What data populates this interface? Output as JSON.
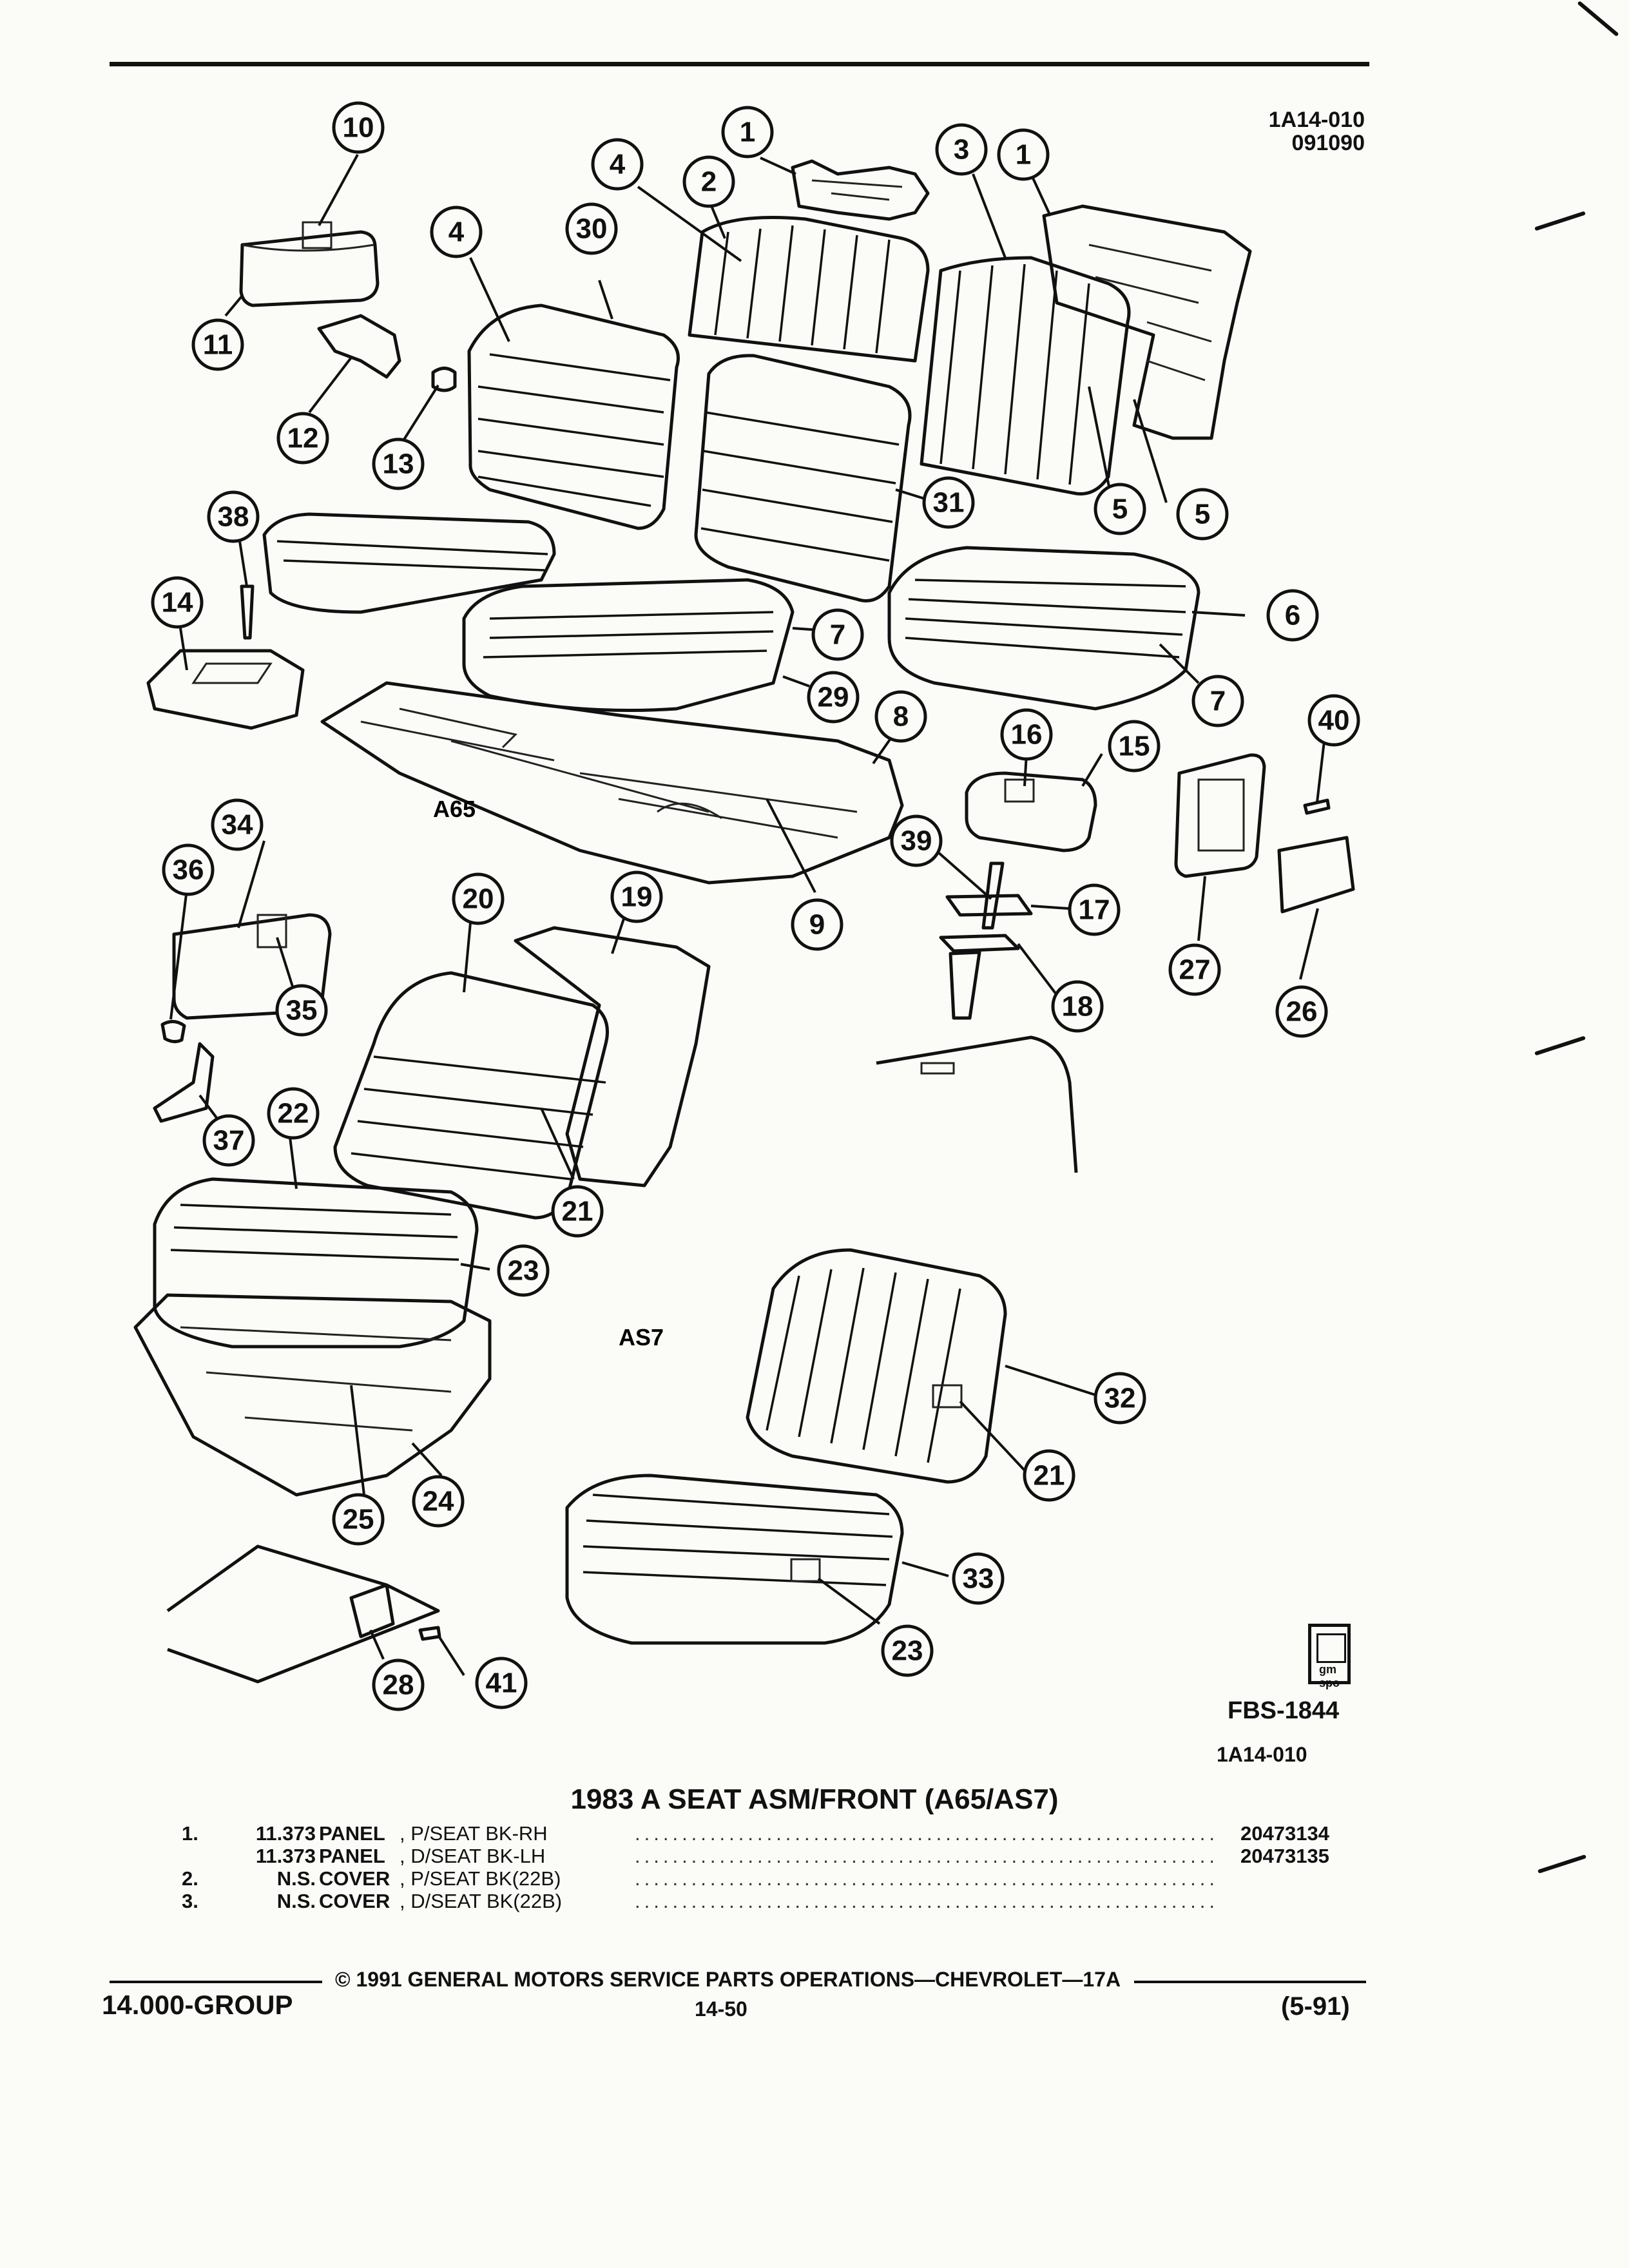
{
  "header": {
    "figure_code": "1A14-010",
    "date_code": "091090"
  },
  "diagram": {
    "callouts": [
      "10",
      "1",
      "4",
      "2",
      "3",
      "1",
      "4",
      "30",
      "11",
      "12",
      "13",
      "5",
      "5",
      "31",
      "38",
      "14",
      "6",
      "7",
      "7",
      "29",
      "8",
      "16",
      "15",
      "40",
      "34",
      "36",
      "35",
      "39",
      "17",
      "18",
      "27",
      "26",
      "20",
      "19",
      "9",
      "37",
      "22",
      "21",
      "23",
      "32",
      "21",
      "33",
      "23",
      "28",
      "41",
      "25",
      "24"
    ],
    "labels": {
      "a65": "A65",
      "as7": "AS7"
    }
  },
  "reference": {
    "fbs": "FBS-1844",
    "figure": "1A14-010"
  },
  "parts_list": {
    "title": "1983 A SEAT ASM/FRONT (A65/AS7)",
    "rows": [
      {
        "num": "1.",
        "code": "11.373",
        "part": "PANEL",
        "desc": ", P/SEAT BK-RH",
        "pn": "20473134"
      },
      {
        "num": "",
        "code": "11.373",
        "part": "PANEL",
        "desc": ", D/SEAT BK-LH",
        "pn": "20473135"
      },
      {
        "num": "2.",
        "code": "N.S.",
        "part": "COVER",
        "desc": ", P/SEAT BK(22B)",
        "pn": ""
      },
      {
        "num": "3.",
        "code": "N.S.",
        "part": "COVER",
        "desc": ", D/SEAT BK(22B)",
        "pn": ""
      }
    ],
    "dots": "............................................................................................................"
  },
  "footer": {
    "copyright": "© 1991 GENERAL MOTORS SERVICE PARTS OPERATIONS—CHEVROLET—17A",
    "group": "14.000-GROUP",
    "page": "14-50",
    "date": "(5-91)"
  },
  "logo": {
    "text": "gm spo"
  }
}
